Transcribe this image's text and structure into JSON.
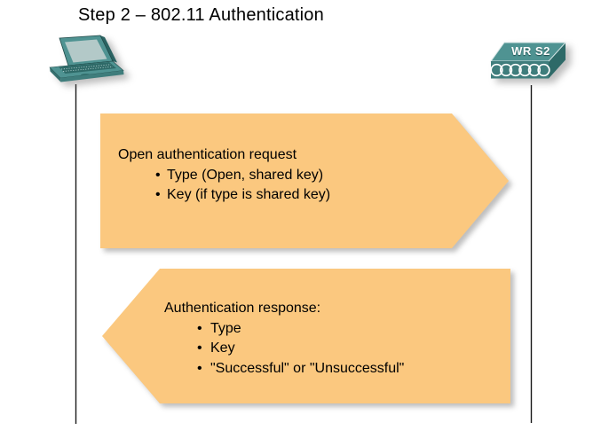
{
  "title": "Step 2 – 802.11 Authentication",
  "devices": {
    "client": {
      "kind": "laptop",
      "label": ""
    },
    "access_point": {
      "kind": "wireless-router",
      "label": "WR S2"
    }
  },
  "messages": [
    {
      "direction": "right",
      "from": "client",
      "to": "access_point",
      "heading": "Open authentication request",
      "bullets": [
        "Type (Open, shared key)",
        "Key (if type is shared key)"
      ]
    },
    {
      "direction": "left",
      "from": "access_point",
      "to": "client",
      "heading": "Authentication response:",
      "bullets": [
        "Type",
        "Key",
        "\"Successful\" or \"Unsuccessful\""
      ]
    }
  ],
  "colors": {
    "arrow_fill": "#FBC87F",
    "device_teal": "#4F9392",
    "device_teal_dark": "#3F7D7C",
    "device_teal_edge": "#2E6A68",
    "screen": "#B3C9C8",
    "lifeline": "#1A1A1A",
    "text": "#000000"
  }
}
